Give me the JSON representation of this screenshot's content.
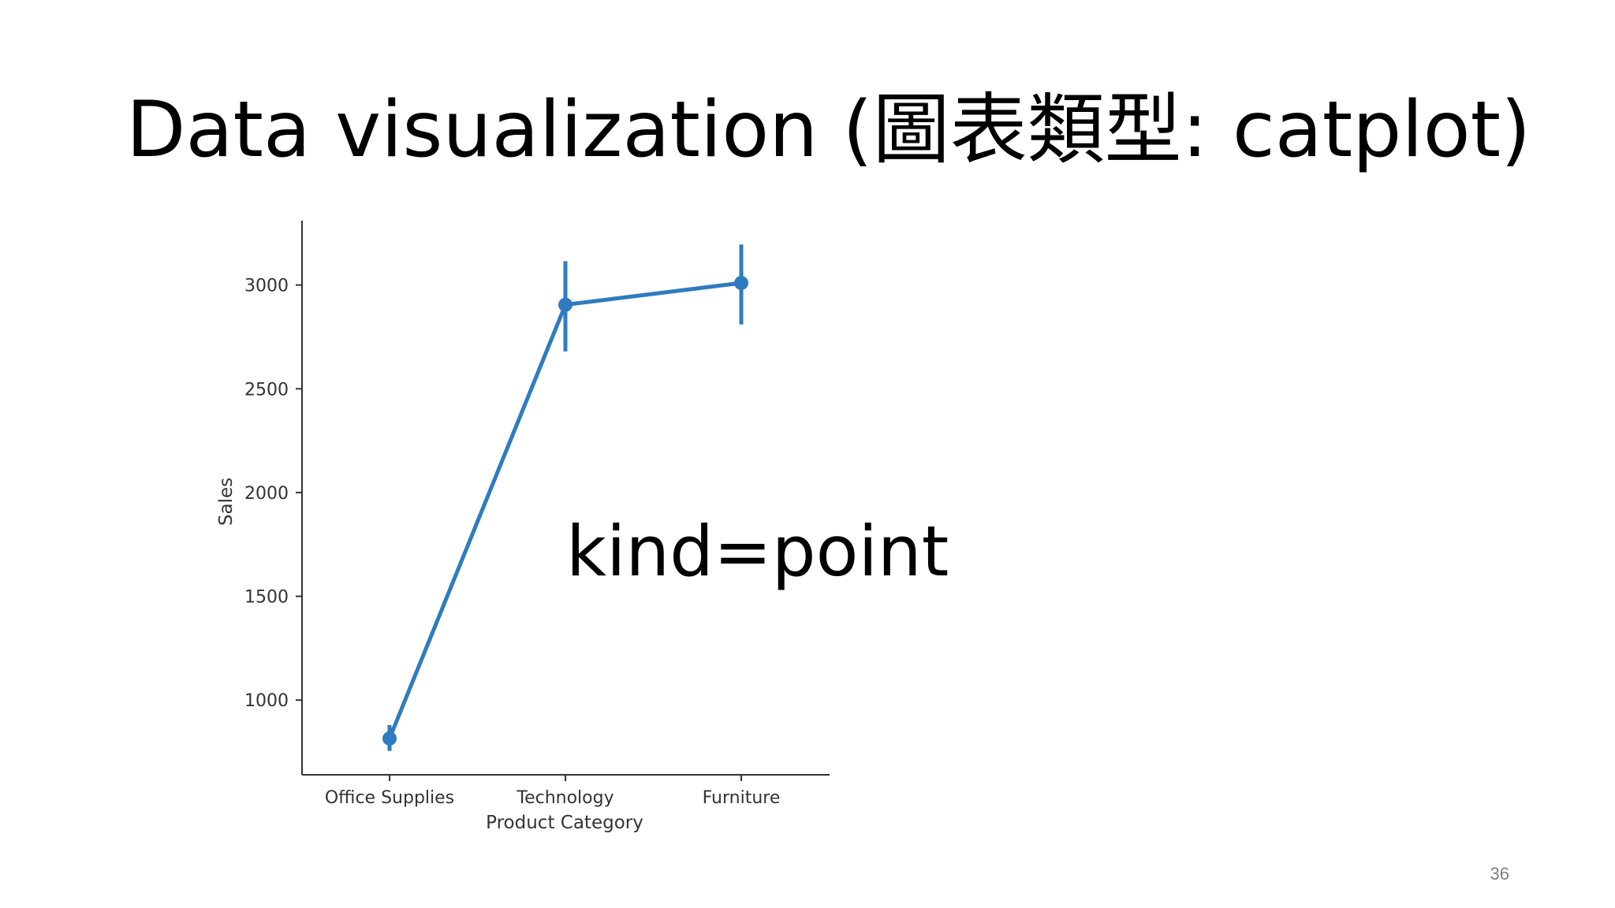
{
  "slide": {
    "title": "Data visualization (圖表類型: catplot)",
    "annotation": "kind=point",
    "page_number": "36"
  },
  "chart_data": {
    "type": "line",
    "categories": [
      "Office Supplies",
      "Technology",
      "Furniture"
    ],
    "series": [
      {
        "values": [
          815,
          2905,
          3010
        ],
        "ci_low": [
          755,
          2680,
          2810
        ],
        "ci_high": [
          880,
          3115,
          3195
        ],
        "color": "#2f7bbf",
        "markers": true
      }
    ],
    "title": "",
    "xlabel": "Product Category",
    "ylabel": "Sales",
    "ylim": [
      640,
      3310
    ],
    "yticks": [
      1000,
      1500,
      2000,
      2500,
      3000
    ],
    "grid": false,
    "legend": "none",
    "spines": [
      "left",
      "bottom"
    ]
  }
}
